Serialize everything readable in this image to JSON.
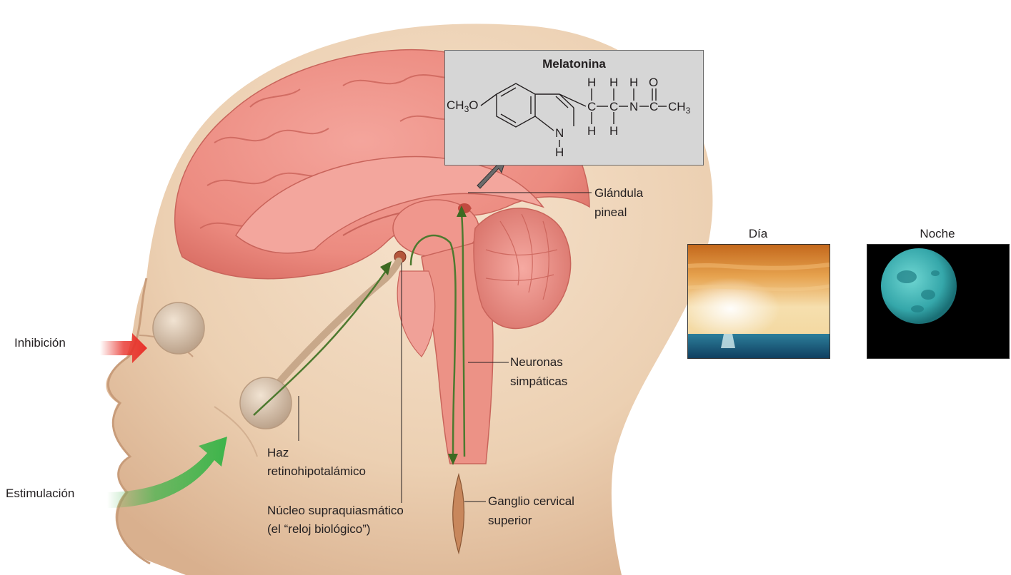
{
  "labels": {
    "inhibition": "Inhibición",
    "stimulation": "Estimulación",
    "pineal_line1": "Glándula",
    "pineal_line2": "pineal",
    "sympathetic_line1": "Neuronas",
    "sympathetic_line2": "simpáticas",
    "tract_line1": "Haz",
    "tract_line2": "retinohipotalámico",
    "scn_line1": "Núcleo supraquiasmático",
    "scn_line2": "(el “reloj biológico”)",
    "ganglion_line1": "Ganglio cervical",
    "ganglion_line2": "superior"
  },
  "melatonin": {
    "title": "Melatonina",
    "methoxy": "CH",
    "methoxy_sub": "3",
    "methoxy_tail": "O",
    "h": "H",
    "c": "C",
    "n": "N",
    "o": "O",
    "methyl": "CH",
    "methyl_sub": "3",
    "nh_n": "N",
    "nh_h": "H"
  },
  "panels": {
    "day": "Día",
    "night": "Noche"
  },
  "colors": {
    "brain": "#ef8f86",
    "skin": "#eccfb1",
    "inhibition_arrow": "#e8322b",
    "stimulation_arrow": "#3db44a",
    "nerve_tract": "#5a7a3e",
    "chem_box": "#d6d6d6"
  }
}
